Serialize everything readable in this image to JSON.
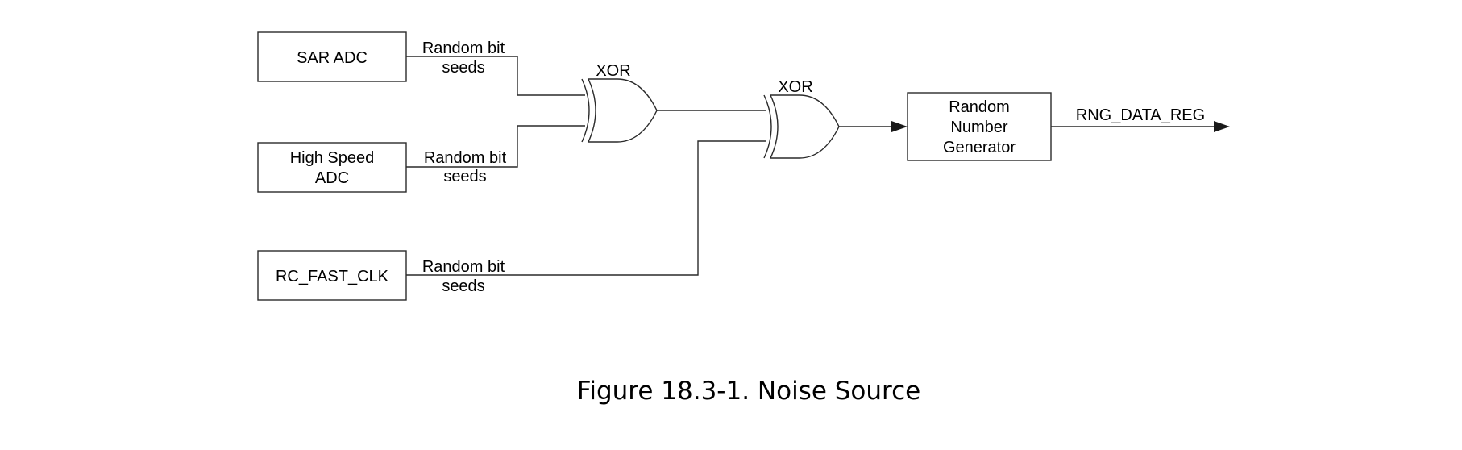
{
  "blocks": {
    "sar_adc": "SAR ADC",
    "high_speed_adc": [
      "High Speed",
      "ADC"
    ],
    "rc_fast_clk": "RC_FAST_CLK",
    "rng": [
      "Random",
      "Number",
      "Generator"
    ]
  },
  "signals": {
    "sar_seed": [
      "Random bit",
      "seeds"
    ],
    "hs_seed": [
      "Random bit",
      "seeds"
    ],
    "rc_seed": [
      "Random bit",
      "seeds"
    ],
    "output": "RNG_DATA_REG"
  },
  "gates": {
    "xor1": "XOR",
    "xor2": "XOR"
  },
  "caption": "Figure 18.3-1. Noise Source"
}
